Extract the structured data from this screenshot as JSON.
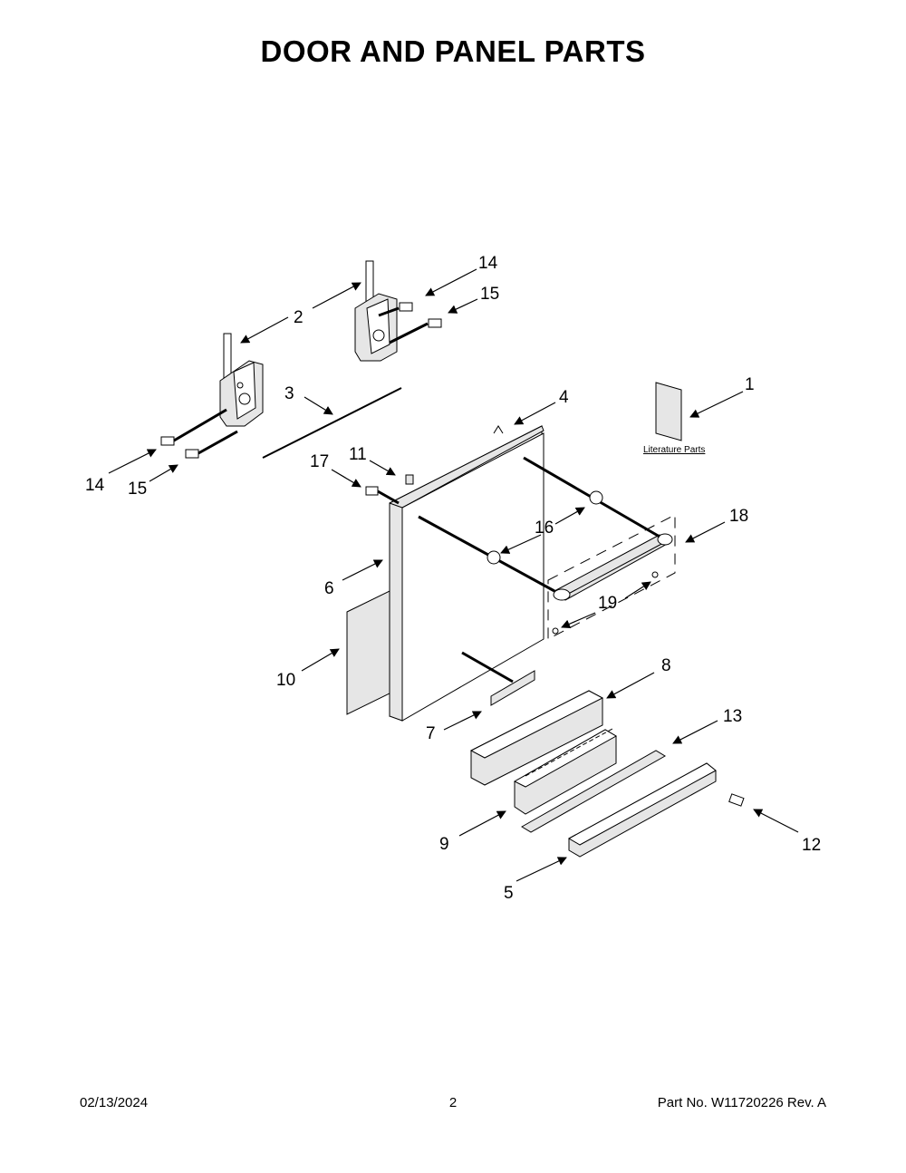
{
  "title": "DOOR AND PANEL PARTS",
  "callouts": [
    "1",
    "2",
    "3",
    "4",
    "5",
    "6",
    "7",
    "8",
    "9",
    "10",
    "11",
    "12",
    "13",
    "14",
    "14",
    "15",
    "15",
    "16",
    "17",
    "18",
    "19"
  ],
  "literature_label": "Literature Parts",
  "footer": {
    "date": "02/13/2024",
    "page": "2",
    "part_no": "Part No.  W11720226  Rev.  A"
  }
}
